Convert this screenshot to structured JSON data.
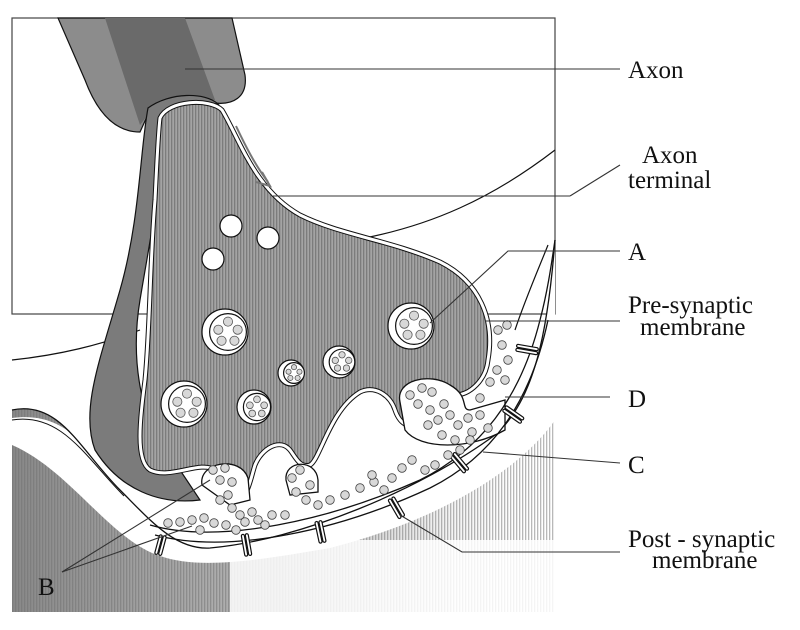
{
  "diagram": {
    "type": "synapse-anatomy",
    "labels": {
      "axon": "Axon",
      "axon_terminal_line1": "Axon",
      "axon_terminal_line2": "terminal",
      "a": "A",
      "pre_synaptic_line1": "Pre-synaptic",
      "pre_synaptic_line2": "membrane",
      "d": "D",
      "c": "C",
      "post_synaptic_line1": "Post - synaptic",
      "post_synaptic_line2": "membrane",
      "b": "B"
    },
    "colors": {
      "axon_dark": "#6a6a6a",
      "axon_light": "#8c8c8c",
      "terminal_fill": "#9a9a9a",
      "sheath": "#7b7b7b",
      "outline": "#111111",
      "vesicle_fill": "#d8d8d8",
      "leader_line": "#333333"
    }
  }
}
